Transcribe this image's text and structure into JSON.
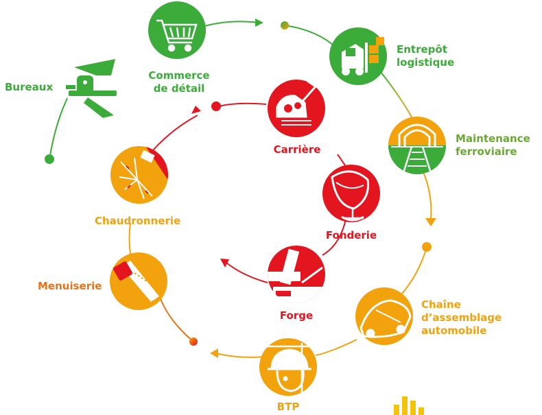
{
  "colors": {
    "green": "#3bab3a",
    "orange": "#f2a20c",
    "red": "#e3151f",
    "dark_orange": "#e8731a"
  },
  "nodes": [
    {
      "id": "bureaux",
      "label_lines": [
        "Bureaux"
      ],
      "icon": "office-worker-icon",
      "color": "#3bab3a"
    },
    {
      "id": "commerce",
      "label_lines": [
        "Commerce",
        "de détail"
      ],
      "icon": "shopping-cart-icon",
      "color": "#3bab3a"
    },
    {
      "id": "entrepot",
      "label_lines": [
        "Entrepôt",
        "logistique"
      ],
      "icon": "forklift-icon",
      "color": "#3bab3a"
    },
    {
      "id": "maintenance",
      "label_lines": [
        "Maintenance",
        "ferroviaire"
      ],
      "icon": "railway-tunnel-icon",
      "color": "#3bab3a"
    },
    {
      "id": "chaine",
      "label_lines": [
        "Chaîne",
        "d’assemblage",
        "automobile"
      ],
      "icon": "car-icon",
      "color": "#f2a20c"
    },
    {
      "id": "btp",
      "label_lines": [
        "BTP"
      ],
      "icon": "hard-hat-worker-icon",
      "color": "#f2a20c"
    },
    {
      "id": "menuiserie",
      "label_lines": [
        "Menuiserie"
      ],
      "icon": "hand-saw-icon",
      "color": "#f2a20c"
    },
    {
      "id": "chaudronnerie",
      "label_lines": [
        "Chaudronnerie"
      ],
      "icon": "grinder-sparks-icon",
      "color": "#f2a20c"
    },
    {
      "id": "carriere",
      "label_lines": [
        "Carrière"
      ],
      "icon": "excavator-bucket-icon",
      "color": "#e3151f"
    },
    {
      "id": "fonderie",
      "label_lines": [
        "Fonderie"
      ],
      "icon": "molten-metal-icon",
      "color": "#e3151f"
    },
    {
      "id": "forge",
      "label_lines": [
        "Forge"
      ],
      "icon": "forge-hammer-icon",
      "color": "#e3151f"
    }
  ],
  "logo": {
    "name": "brand-logo-bars-icon"
  }
}
